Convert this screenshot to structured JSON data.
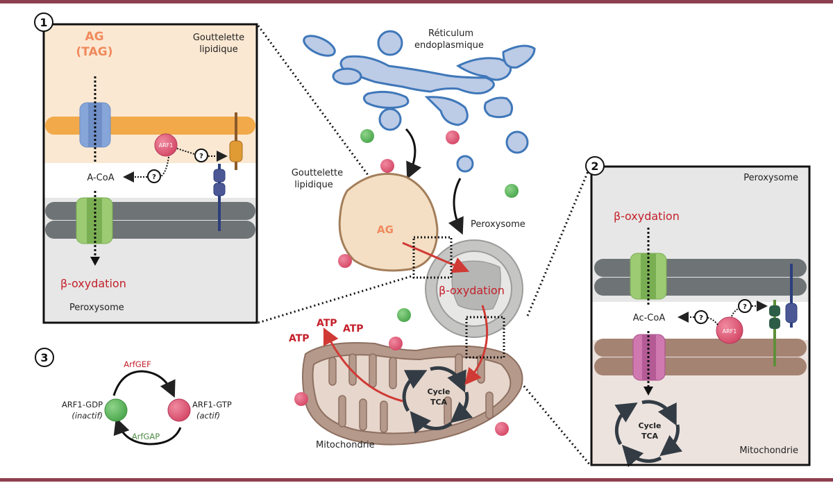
{
  "figure": {
    "colors": {
      "accent_rule": "#8e3f4f",
      "beta_oxidation_text": "#c4202b",
      "fatty_acid_text": "#f08a5d",
      "arf_gdp": "#5cb85c",
      "arf_gtp": "#e05a78",
      "arfgap_text": "#4d8a44"
    },
    "panel1": {
      "number": "1",
      "fatty_acid_label": "AG",
      "tag_label": "(TAG)",
      "droplet_label_line1": "Gouttelette",
      "droplet_label_line2": "lipidique",
      "acoa_label": "A-CoA",
      "arf_label": "ARF1",
      "question_mark": "?",
      "beta_label": "β-oxydation",
      "peroxisome_label": "Peroxysome"
    },
    "center": {
      "er_label_line1": "Réticulum",
      "er_label_line2": "endoplasmique",
      "droplet_label_line1": "Gouttelette",
      "droplet_label_line2": "lipidique",
      "fatty_acid_label": "AG",
      "peroxisome_label": "Peroxysome",
      "beta_label": "β-oxydation",
      "atp_labels": [
        "ATP",
        "ATP",
        "ATP"
      ],
      "tca_line1": "Cycle",
      "tca_line2": "TCA",
      "mito_label": "Mitochondrie"
    },
    "panel2": {
      "number": "2",
      "peroxisome_label": "Peroxysome",
      "beta_label": "β-oxydation",
      "accoa_label": "Ac-CoA",
      "arf_label": "ARF1",
      "question_mark": "?",
      "tca_line1": "Cycle",
      "tca_line2": "TCA",
      "mito_label": "Mitochondrie"
    },
    "panel3": {
      "number": "3",
      "gef_label": "ArfGEF",
      "gap_label": "ArfGAP",
      "gdp_label": "ARF1-GDP",
      "gdp_state": "(inactif)",
      "gtp_label": "ARF1-GTP",
      "gtp_state": "(actif)"
    }
  }
}
